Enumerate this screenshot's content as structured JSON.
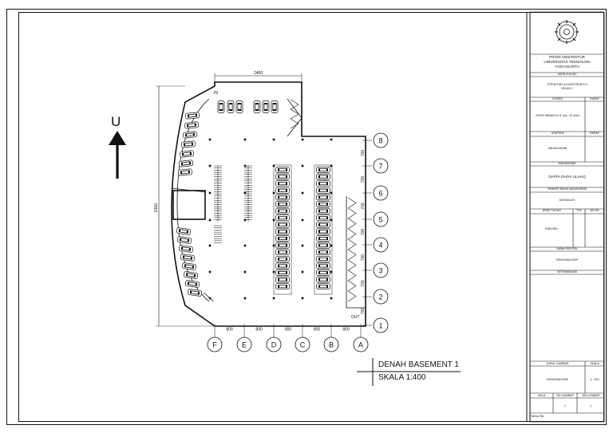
{
  "drawing": {
    "title": "DENAH BASEMENT 1",
    "scale": "SKALA 1:400",
    "north_label": "U",
    "overall_width_dim": "2400",
    "overall_height_dim": "6300",
    "entry_label": "IN",
    "exit_label": "OUT",
    "column_grid": [
      "F",
      "E",
      "D",
      "C",
      "B",
      "A"
    ],
    "column_spacings": [
      "800",
      "800",
      "800",
      "800",
      "800"
    ],
    "row_grid": [
      "8",
      "7",
      "6",
      "5",
      "4",
      "3",
      "2",
      "1"
    ],
    "row_spacings": [
      "700",
      "700",
      "700",
      "700",
      "700",
      "700",
      "700"
    ]
  },
  "title_block": {
    "institution": [
      "PRODI ARSITEKTUR",
      "UNIVERSITAS TEKNOLOGI",
      "YOGYAKARTA"
    ],
    "course_header": "MATA KULIAH",
    "course": [
      "STRUKTUR & KONSTRUKSI 3",
      "KELAS J"
    ],
    "lecturer_header": "DOSEN",
    "signature_header": "PARAF",
    "lecturer": "RATRI WINAHYU S. Ars., M. Arch",
    "assistant_header": "ASISTEN",
    "assistant_signature_header": "PARAF",
    "assistant": "SALMA ADANI",
    "student_header": "MAHASISWA",
    "student": "DAFFA DHIYA ULHAQ",
    "student_id_header": "NOMOR INDUK MAHASISWA",
    "student_id": "5220301167",
    "task_type_header": "JENIS TUGAS",
    "date_header": "TGL",
    "check_header": "MG KE",
    "task_type": "INDIVIDU",
    "project_header": "NAMA PROYEK",
    "project": "RENCANA ATAP",
    "notes_header": "KETERANGAN",
    "drawing_title_header": "JUDUL GAMBAR",
    "drawing_scale_header": "SKALA",
    "drawing_title": "RENCANA ATAP",
    "drawing_scale": "1 : 400",
    "page_header": "HALA",
    "drawing_no_header": "NO GAMBAR",
    "sheet_count_header": "JML LEMBAR",
    "drawing_no": "1",
    "sheet_count": "1",
    "file_name_label": "Nama File"
  }
}
